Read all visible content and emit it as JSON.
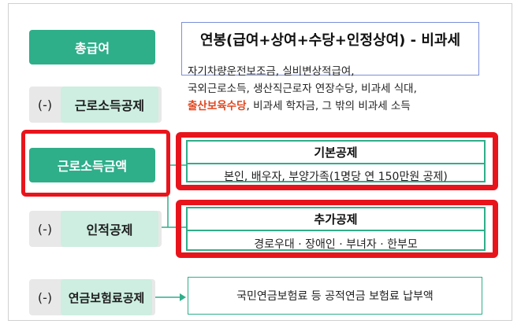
{
  "left": {
    "total_pay": "총급여",
    "minus_symbol": "(-)",
    "earned_income_deduction": "근로소득공제",
    "earned_income_amount": "근로소득금액",
    "personal_deduction": "인적공제",
    "pension_deduction": "연금보험료공제"
  },
  "top_box": {
    "title": "연봉(급여+상여+수당+인정상여) - 비과세",
    "line1": "자기차량운전보조금, 실비변상적급여,",
    "line2": "국외근로소득, 생산직근로자 연장수당, 비과세 식대,",
    "line3_highlight": "출산보육수당",
    "line3_rest": ", 비과세 학자금, 그 밖의 비과세 소득"
  },
  "basic_box": {
    "title": "기본공제",
    "body": "본인, 배우자, 부양가족(1명당 연 150만원 공제)"
  },
  "additional_box": {
    "title": "추가공제",
    "body": "경로우대 · 장애인 · 부녀자 · 한부모"
  },
  "pension_box": {
    "body": "국민연금보험료 등 공적연금 보험료 납부액"
  },
  "colors": {
    "green": "#2fae8a",
    "light_green": "#cdeee1",
    "gray": "#e8e8e8",
    "highlight_red": "#e8141c",
    "emphasis_text": "#e0461e",
    "top_box_border": "#7b8fd9"
  }
}
